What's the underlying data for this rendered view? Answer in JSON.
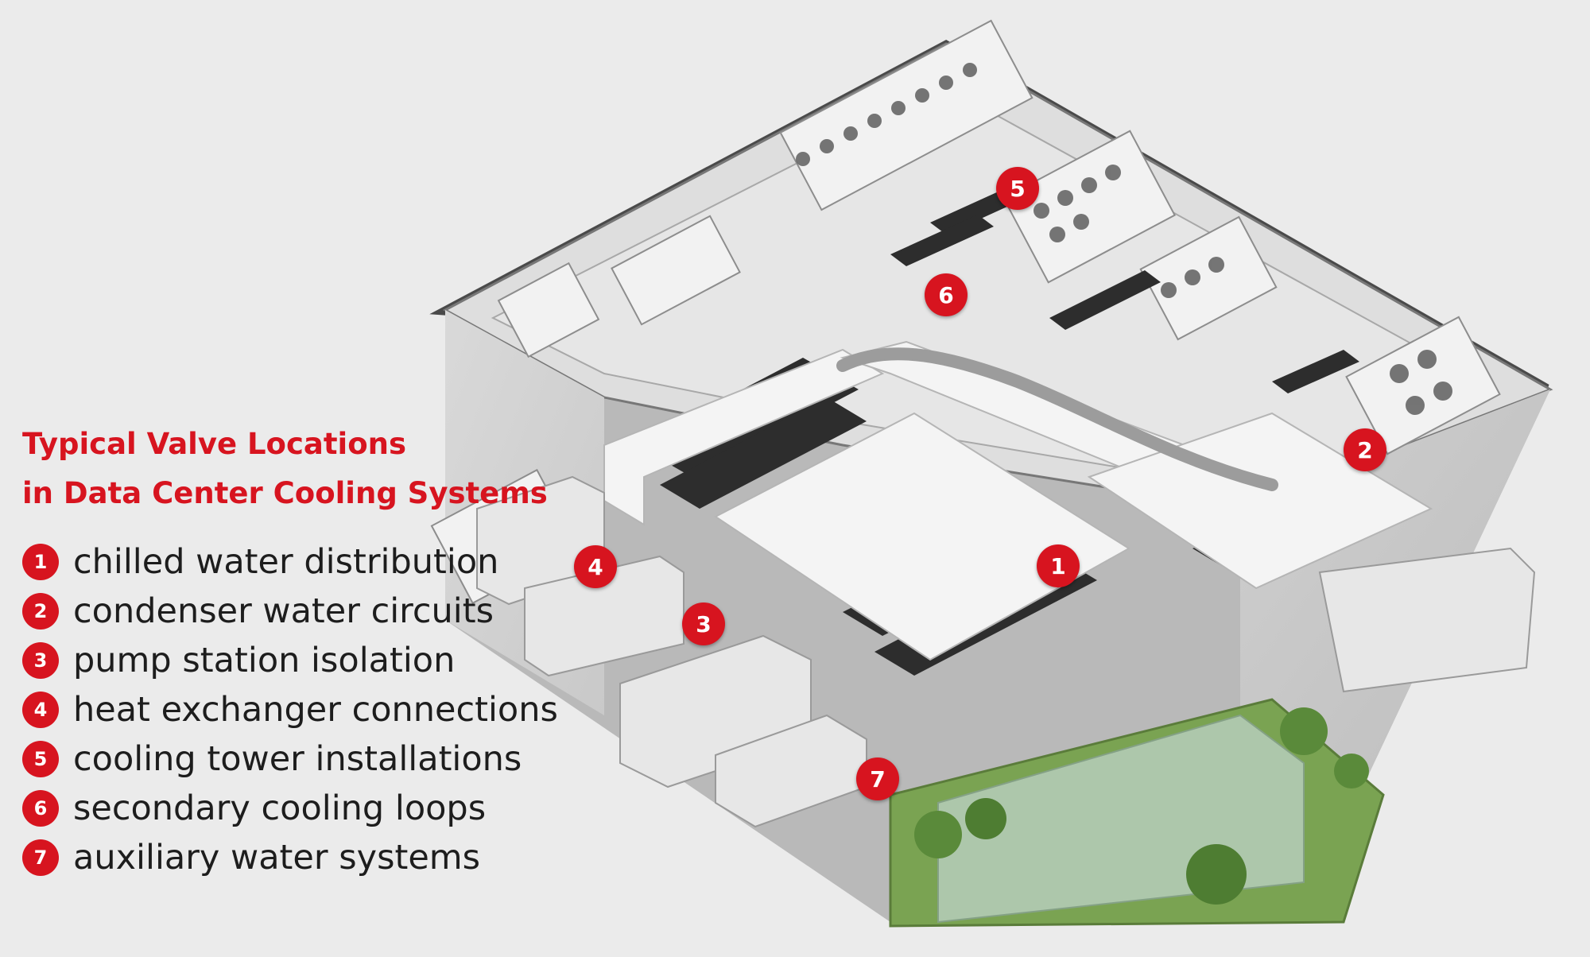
{
  "title": {
    "line1": "Typical Valve Locations",
    "line2": "in Data Center Cooling Systems"
  },
  "legend": [
    {
      "num": "1",
      "label": "chilled water distribution"
    },
    {
      "num": "2",
      "label": "condenser water circuits"
    },
    {
      "num": "3",
      "label": "pump station isolation"
    },
    {
      "num": "4",
      "label": "heat exchanger connections"
    },
    {
      "num": "5",
      "label": "cooling tower installations"
    },
    {
      "num": "6",
      "label": "secondary cooling loops"
    },
    {
      "num": "7",
      "label": "auxiliary water systems"
    }
  ],
  "markers": [
    {
      "num": "5"
    },
    {
      "num": "6"
    },
    {
      "num": "2"
    },
    {
      "num": "4"
    },
    {
      "num": "1"
    },
    {
      "num": "3"
    },
    {
      "num": "7"
    }
  ],
  "colors": {
    "accent": "#d7141f",
    "background": "#ebebeb",
    "text": "#1d1d1d",
    "grass": "#6f9a4a"
  }
}
